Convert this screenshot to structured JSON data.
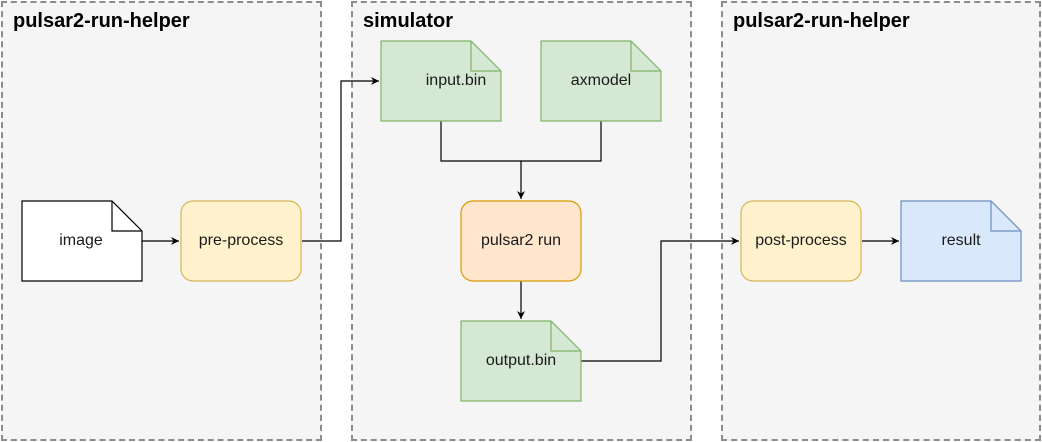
{
  "diagram": {
    "groups": [
      {
        "id": "helper-left",
        "title": "pulsar2-run-helper"
      },
      {
        "id": "simulator",
        "title": "simulator"
      },
      {
        "id": "helper-right",
        "title": "pulsar2-run-helper"
      }
    ],
    "nodes": {
      "image": {
        "label": "image",
        "shape": "document",
        "fill": "#ffffff",
        "stroke": "#000000"
      },
      "pre_process": {
        "label": "pre-process",
        "shape": "rounded-rect",
        "fill": "#fff2cc",
        "stroke": "#d6b656"
      },
      "input_bin": {
        "label": "input.bin",
        "shape": "document",
        "fill": "#d5e8d4",
        "stroke": "#82b366"
      },
      "axmodel": {
        "label": "axmodel",
        "shape": "document",
        "fill": "#d5e8d4",
        "stroke": "#82b366"
      },
      "pulsar2_run": {
        "label": "pulsar2 run",
        "shape": "rounded-rect",
        "fill": "#ffe6cc",
        "stroke": "#d79b00"
      },
      "output_bin": {
        "label": "output.bin",
        "shape": "document",
        "fill": "#d5e8d4",
        "stroke": "#82b366"
      },
      "post_process": {
        "label": "post-process",
        "shape": "rounded-rect",
        "fill": "#fff2cc",
        "stroke": "#d6b656"
      },
      "result": {
        "label": "result",
        "shape": "document",
        "fill": "#dae8fc",
        "stroke": "#6c8ebf"
      }
    },
    "edges": [
      {
        "from": "image",
        "to": "pre_process"
      },
      {
        "from": "pre_process",
        "to": "input_bin"
      },
      {
        "from": "input_bin",
        "to": "pulsar2_run"
      },
      {
        "from": "axmodel",
        "to": "pulsar2_run"
      },
      {
        "from": "pulsar2_run",
        "to": "output_bin"
      },
      {
        "from": "output_bin",
        "to": "post_process"
      },
      {
        "from": "post_process",
        "to": "result"
      }
    ],
    "colors": {
      "group_fill": "#f5f5f5",
      "group_border": "#8c8c8c",
      "edge": "#000000"
    }
  }
}
